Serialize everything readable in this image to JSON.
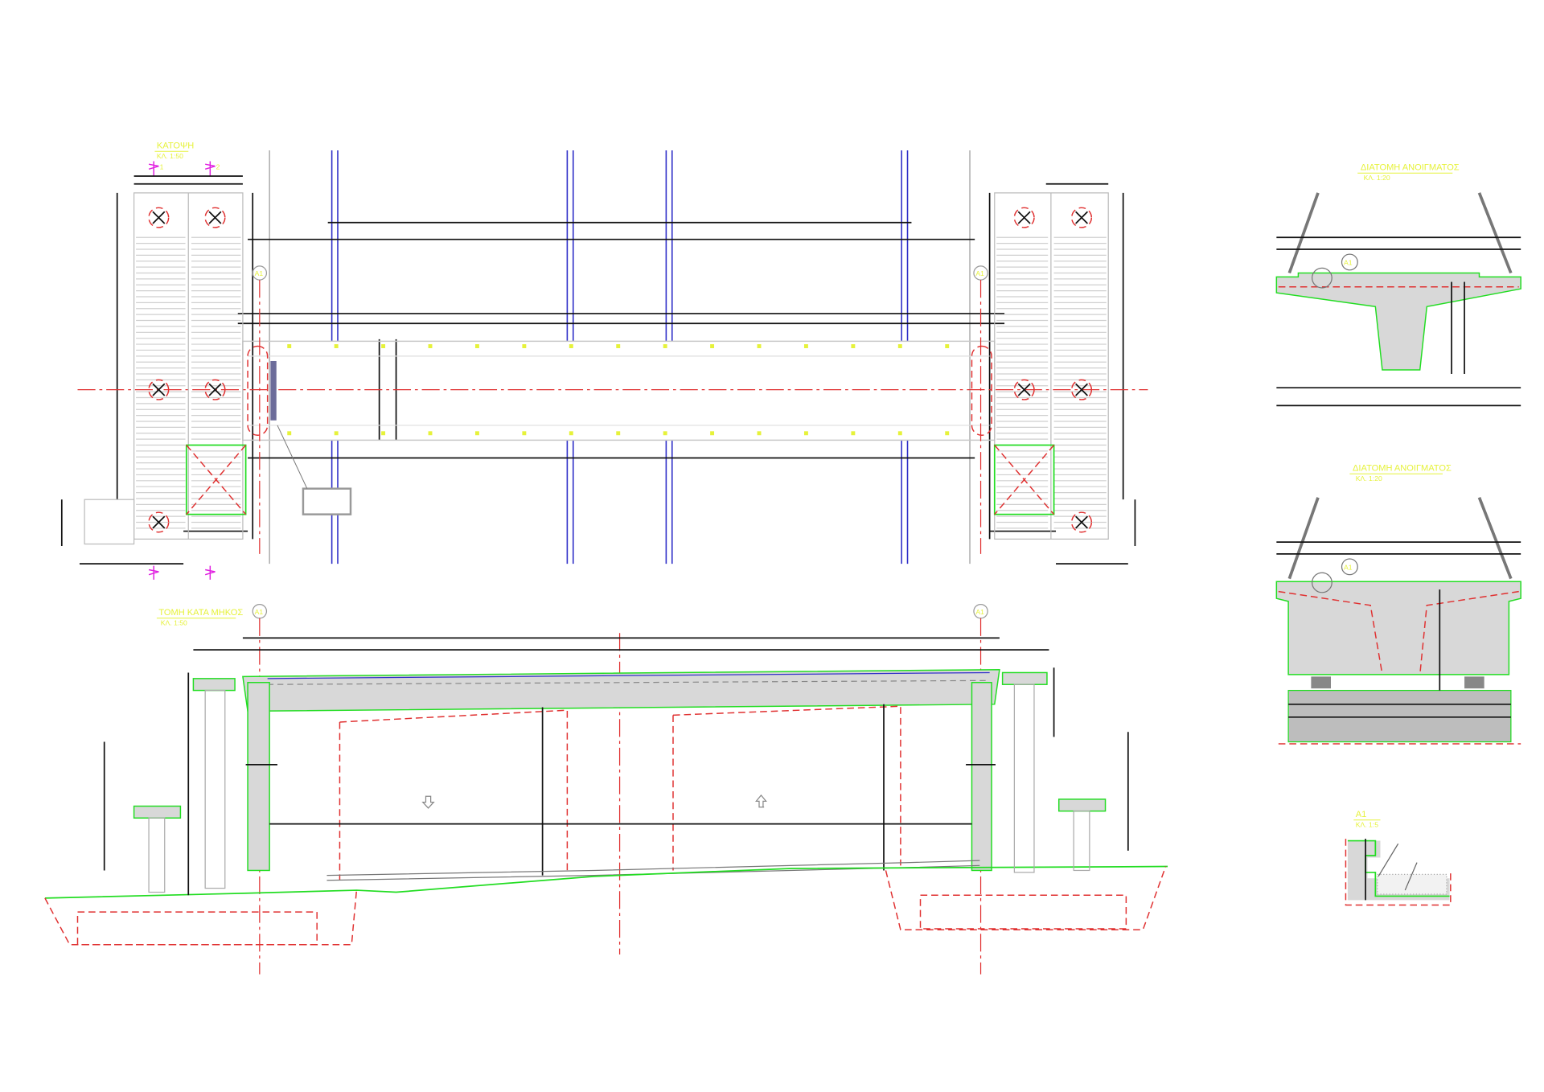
{
  "drawing": {
    "plan": {
      "title": "ΚΑΤΟΨΗ",
      "scale": "ΚΛ. 1:50",
      "section_marks": [
        "1",
        "2"
      ],
      "axis_labels": [
        "Α1",
        "Α1"
      ]
    },
    "longitudinal_section": {
      "title": "ΤΟΜΗ ΚΑΤΑ ΜΗΚΟΣ",
      "scale": "ΚΛ. 1:50",
      "axis_labels": [
        "Α1",
        "Α1"
      ]
    },
    "cross_section_1": {
      "title": "ΔΙΑΤΟΜΗ ΑΝΟΙΓΜΑΤΟΣ",
      "scale": "ΚΛ. 1:20",
      "detail_ref": "Α1"
    },
    "cross_section_2": {
      "title": "ΔΙΑΤΟΜΗ ΑΝΟΙΓΜΑΤΟΣ",
      "scale": "ΚΛ. 1:20",
      "detail_ref": "Α1"
    },
    "detail": {
      "title": "Α1",
      "scale": "ΚΛ. 1:5"
    },
    "colors": {
      "annotation": "#e6f23a",
      "concrete_outline": "#22dd22",
      "hidden": "#e03030",
      "rail": "#3030c8",
      "dimension": "#111111"
    }
  }
}
